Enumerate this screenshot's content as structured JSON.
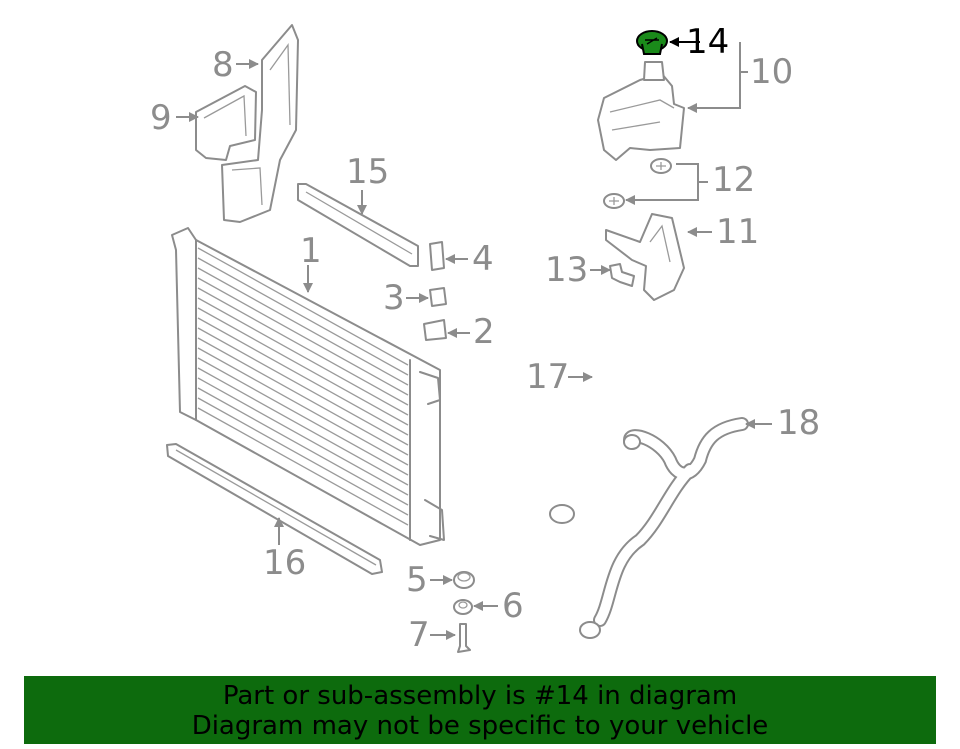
{
  "diagram": {
    "highlighted_part": "14",
    "highlight_color": "#1a8a1a",
    "callouts": [
      "1",
      "2",
      "3",
      "4",
      "5",
      "6",
      "7",
      "8",
      "9",
      "10",
      "11",
      "12",
      "13",
      "14",
      "15",
      "16",
      "17",
      "18"
    ]
  },
  "banner": {
    "background": "#0d6b0d",
    "line1": "Part or sub-assembly is #14 in diagram",
    "line2": "Diagram may not be specific to your vehicle"
  }
}
